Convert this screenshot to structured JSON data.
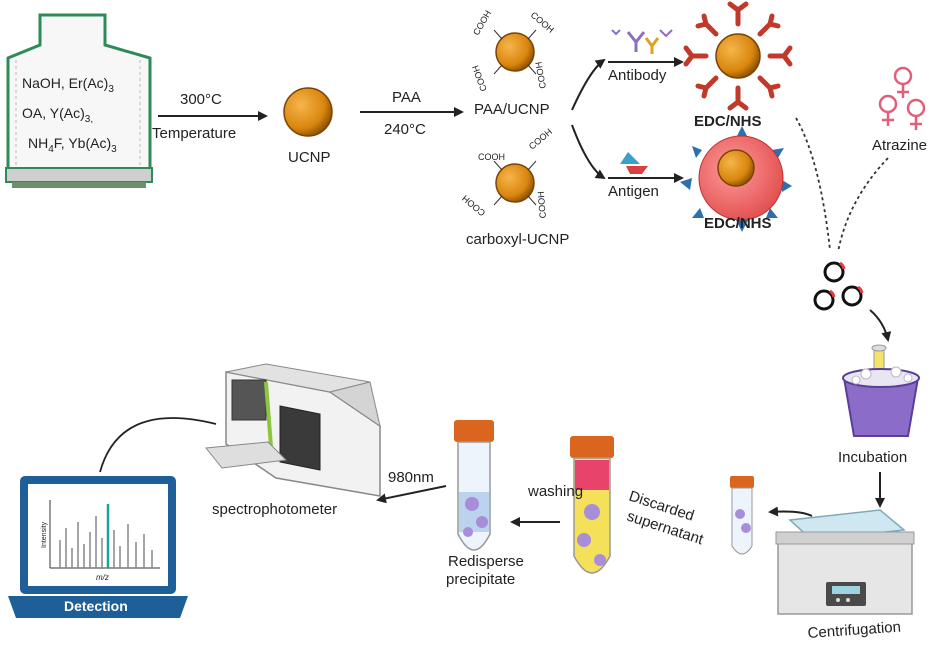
{
  "reactor": {
    "line1_a": "NaOH, Er(Ac)",
    "line1_sub": "3",
    "line2_a": "OA, Y(Ac)",
    "line2_sub": "3,",
    "line3_a": "NH",
    "line3_sub1": "4",
    "line3_b": "F, Yb(Ac)",
    "line3_sub2": "3"
  },
  "step1": {
    "temp": "300°C",
    "label": "Temperature"
  },
  "ucnp": "UCNP",
  "step2": {
    "reagent": "PAA",
    "temp": "240°C"
  },
  "paa_ucnp": "PAA/UCNP",
  "carboxyl_ucnp": "carboxyl-UCNP",
  "cooh": "COOH",
  "antibody": "Antibody",
  "antigen": "Antigen",
  "edc_nhs": "EDC/NHS",
  "atrazine": "Atrazine",
  "incubation": "Incubation",
  "centrifugation": "Centrifugation",
  "discarded": {
    "line1": "Discarded",
    "line2": "supernatant"
  },
  "washing": "washing",
  "redisperse": {
    "line1": "Redisperse",
    "line2": "precipitate"
  },
  "laser": "980nm",
  "spectrophotometer": "spectrophotometer",
  "detection": "Detection",
  "plot": {
    "ylabel": "Intensity",
    "xlabel": "m/z"
  },
  "colors": {
    "ucnp": "#d9860f",
    "ucnp_dark": "#8a4f05",
    "antibody": "#c0392b",
    "antigen_cell": "#ee6b6b",
    "tube_cap": "#d9651e",
    "laptop": "#1f5f99",
    "reactor_outline": "#2e8b57"
  }
}
